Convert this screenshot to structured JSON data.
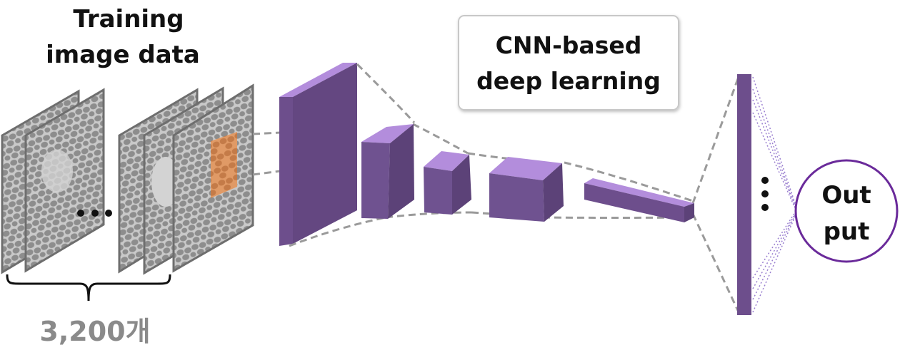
{
  "input": {
    "title_line1": "Training",
    "title_line2": "image data",
    "count_label": "3,200개",
    "ellipsis": "•••"
  },
  "model": {
    "label_line1": "CNN-based",
    "label_line2": "deep learning"
  },
  "output": {
    "label_line1": "Out",
    "label_line2": "put",
    "ellipsis": "⋮"
  },
  "colors": {
    "layer_front": "#6d4e8c",
    "layer_top": "#b38ddc",
    "layer_side": "#5c4278",
    "slice_fill": "#9a9a9a",
    "slice_light": "#c8c8c8",
    "slice_border": "#6e6e6e",
    "patch": "#d98a55",
    "dash": "#9a9a9a",
    "output_ring": "#6a2a9a",
    "fc_lines": "#9a7fd0"
  }
}
